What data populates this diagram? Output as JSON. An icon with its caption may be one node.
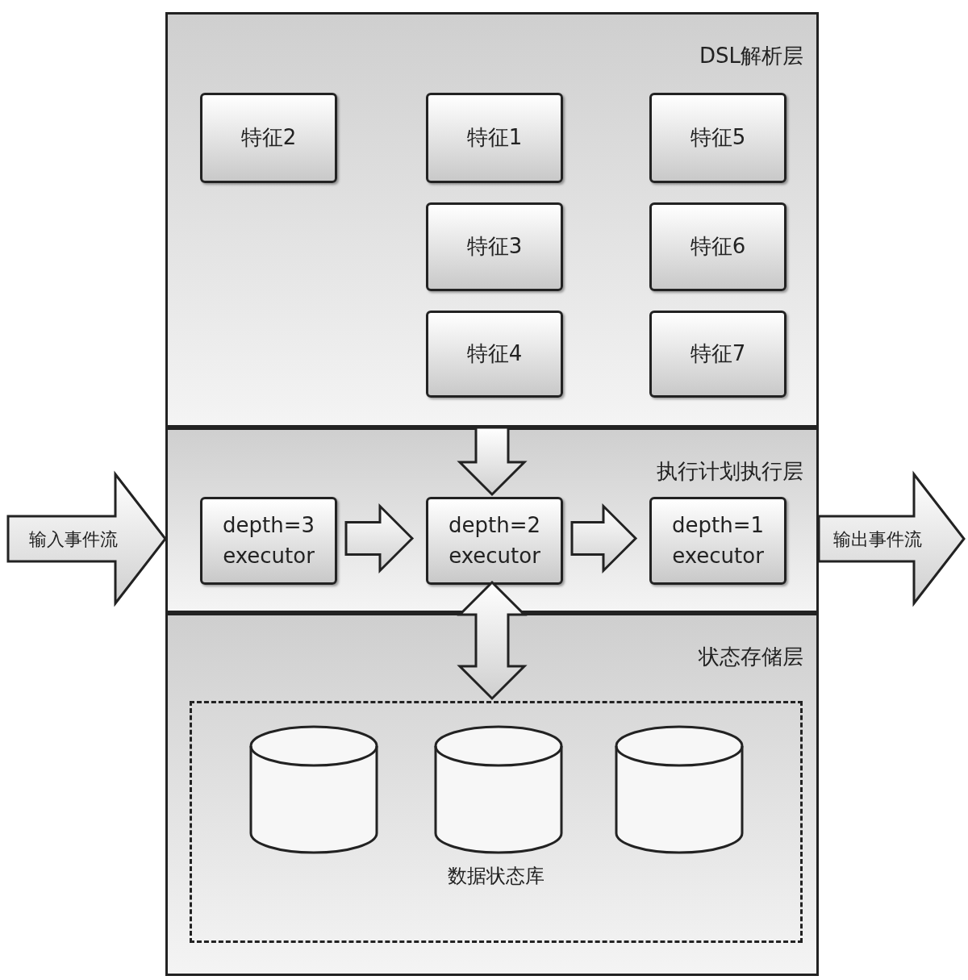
{
  "diagram": {
    "nodes": [
      {
        "text": [
          "DSL解析层"
        ]
      },
      {
        "text": [
          "特征2"
        ],
        "in": 0
      },
      {
        "text": [
          "特征1"
        ],
        "in": 0
      },
      {
        "text": [
          "特征5"
        ],
        "in": 0
      },
      {
        "text": [
          "特征3"
        ],
        "in": 0
      },
      {
        "text": [
          "特征6"
        ],
        "in": 0
      },
      {
        "text": [
          "特征4"
        ],
        "in": 0
      },
      {
        "text": [
          "特征7"
        ],
        "in": 0
      },
      {
        "text": [
          "执行计划执行层"
        ]
      },
      {
        "text": [
          "depth=3 executor"
        ],
        "in": 8
      },
      {
        "text": [
          "depth=2 executor"
        ],
        "in": 8
      },
      {
        "text": [
          "depth=1 executor"
        ],
        "in": 8
      },
      {
        "text": [
          "状态存储层"
        ]
      },
      {
        "text": [
          "数据状态库"
        ],
        "in": 12
      },
      {
        "text": [],
        "shape": "cylinder",
        "in": 13
      },
      {
        "text": [],
        "shape": "cylinder",
        "in": 13
      },
      {
        "text": [],
        "shape": "cylinder",
        "in": 13
      }
    ],
    "edges": [
      {
        "from": null,
        "to": 8,
        "arrow": "to",
        "label": "输入事件流",
        "style": "thick"
      },
      {
        "from": 0,
        "to": 10,
        "arrow": "to",
        "style": "thick"
      },
      {
        "from": 9,
        "to": 10,
        "arrow": "to",
        "style": "thick"
      },
      {
        "from": 10,
        "to": 11,
        "arrow": "to",
        "style": "thick"
      },
      {
        "from": 8,
        "to": null,
        "arrow": "to",
        "label": "输出事件流",
        "style": "thick"
      },
      {
        "from": 10,
        "to": 13,
        "arrow": "both",
        "style": "thick"
      }
    ]
  }
}
